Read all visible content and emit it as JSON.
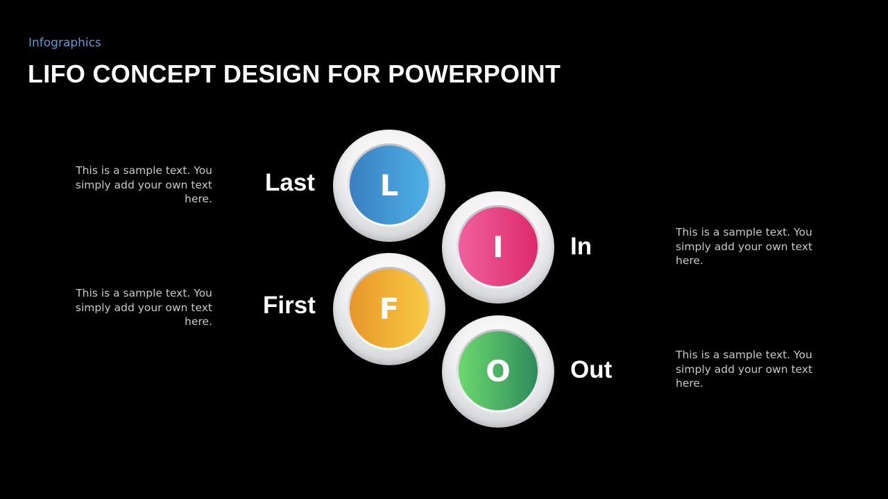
{
  "header": {
    "subtitle": "Infographics",
    "title": "LIFO CONCEPT DESIGN FOR POWERPOINT"
  },
  "colors": {
    "background": "#000000",
    "subtitle": "#5b9bd5",
    "L": [
      "#3a7fc0",
      "#4db0e6"
    ],
    "I": [
      "#f0609e",
      "#dd2a6b"
    ],
    "F": [
      "#e8962a",
      "#f8cb43"
    ],
    "O": [
      "#6cd96e",
      "#2f8a5c"
    ]
  },
  "items": [
    {
      "letter": "L",
      "word": "Last",
      "text": "This is a sample text. You simply add your own text here."
    },
    {
      "letter": "I",
      "word": "In",
      "text": "This is a sample text. You simply add your own text here."
    },
    {
      "letter": "F",
      "word": "First",
      "text": "This is a sample text. You simply add your own text here."
    },
    {
      "letter": "O",
      "word": "Out",
      "text": "This is a sample text. You simply add your own text here."
    }
  ]
}
